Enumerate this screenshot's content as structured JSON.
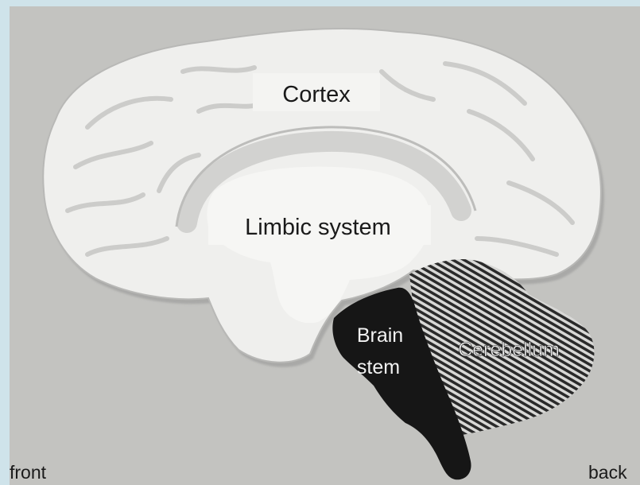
{
  "labels": {
    "cortex": "Cortex",
    "limbic": "Limbic system",
    "brainstem_line1": "Brain",
    "brainstem_line2": "stem",
    "cerebellum": "Cerebellum",
    "front": "front",
    "back": "back"
  },
  "colors": {
    "frame": "#cfe3ea",
    "photo_background": "#c6c6c4",
    "cortex_fill": "#efefed",
    "cortex_shadow": "#a9a9a7",
    "limbic_fill": "#f6f6f4",
    "brainstem_fill": "#161616",
    "cerebellum_stripe": "#2a2a2a",
    "label_text": "#1a1a1a",
    "label_text_inverse": "#f2f2f2"
  }
}
